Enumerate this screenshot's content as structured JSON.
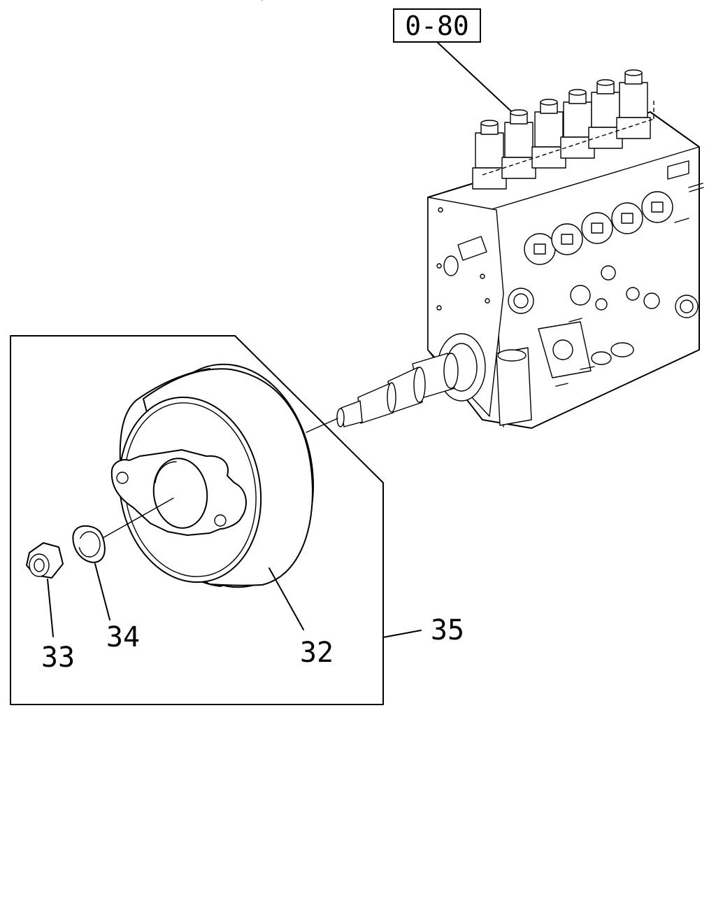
{
  "reference_label": "0-80",
  "callouts": {
    "c32": "32",
    "c33": "33",
    "c34": "34",
    "c35": "35"
  }
}
